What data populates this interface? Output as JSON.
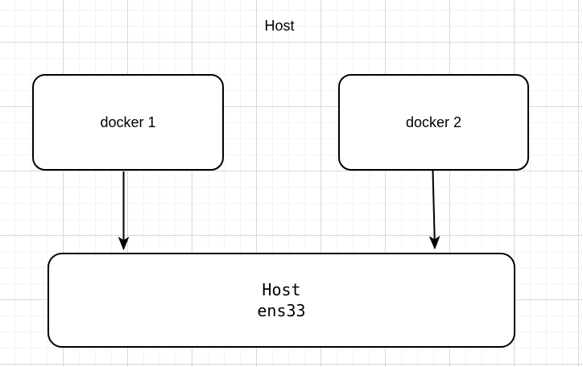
{
  "canvas": {
    "background_color": "#ffffff",
    "grid_minor_color": "#f4f4f4",
    "grid_major_color": "#d8d8d8"
  },
  "diagram": {
    "title": "Host",
    "shape_stroke_color": "#000000",
    "shape_fill_color": "#ffffff",
    "nodes": [
      {
        "id": "docker1",
        "label": "docker 1"
      },
      {
        "id": "docker2",
        "label": "docker 2"
      },
      {
        "id": "host-ens33",
        "label_line1": "Host",
        "label_line2": "ens33"
      }
    ],
    "edges": [
      {
        "id": "docker1-to-host",
        "from": "docker 1",
        "to": "Host ens33"
      },
      {
        "id": "docker2-to-host",
        "from": "docker 2",
        "to": "Host ens33"
      }
    ]
  }
}
